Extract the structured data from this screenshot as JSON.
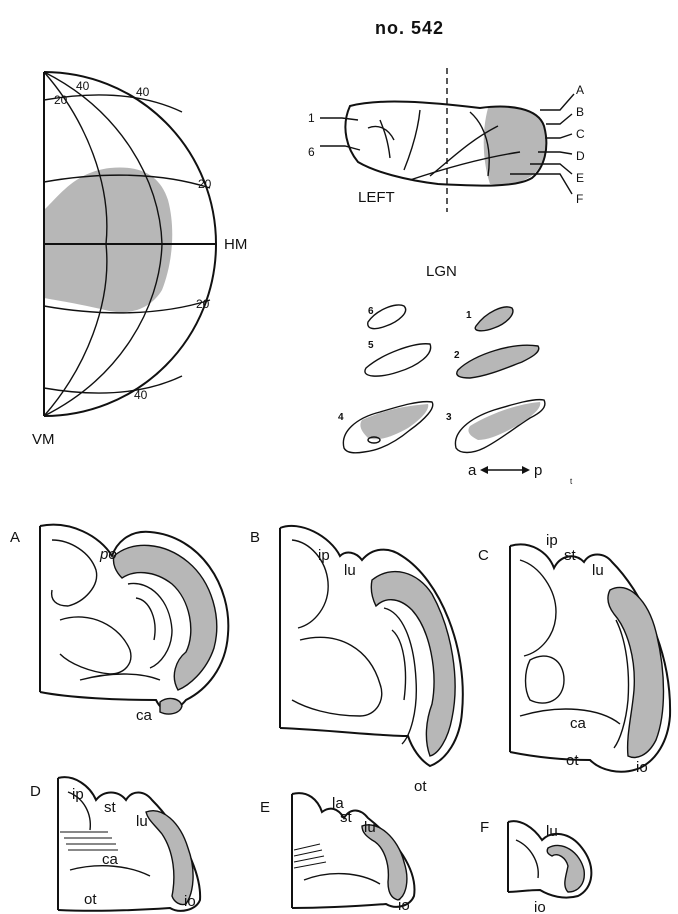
{
  "header": {
    "case_number": "no. 542"
  },
  "visual_field": {
    "ecc_labels": [
      "20",
      "40",
      "40",
      "20",
      "20",
      "40"
    ],
    "horizontal_meridian": "HM",
    "vertical_meridian": "VM"
  },
  "brain": {
    "hemisphere": "LEFT",
    "left_labels": [
      "1",
      "6"
    ],
    "section_labels": [
      "A",
      "B",
      "C",
      "D",
      "E",
      "F"
    ]
  },
  "lgn": {
    "title": "LGN",
    "layers": [
      "6",
      "1",
      "5",
      "2",
      "4",
      "3"
    ],
    "axis_anterior": "a",
    "axis_posterior": "p",
    "stray_mark": "t"
  },
  "sections": [
    {
      "id": "A",
      "labels": [
        "po",
        "ca"
      ]
    },
    {
      "id": "B",
      "labels": [
        "ip",
        "lu",
        "ot"
      ]
    },
    {
      "id": "C",
      "labels": [
        "ip",
        "st",
        "lu",
        "ca",
        "ot",
        "io"
      ]
    },
    {
      "id": "D",
      "labels": [
        "ip",
        "st",
        "lu",
        "ca",
        "ot",
        "io"
      ]
    },
    {
      "id": "E",
      "labels": [
        "la",
        "st",
        "lu",
        "io"
      ]
    },
    {
      "id": "F",
      "labels": [
        "lu",
        "io"
      ]
    }
  ],
  "colors": {
    "shading": "#b7b7b7",
    "ink": "#111111"
  }
}
